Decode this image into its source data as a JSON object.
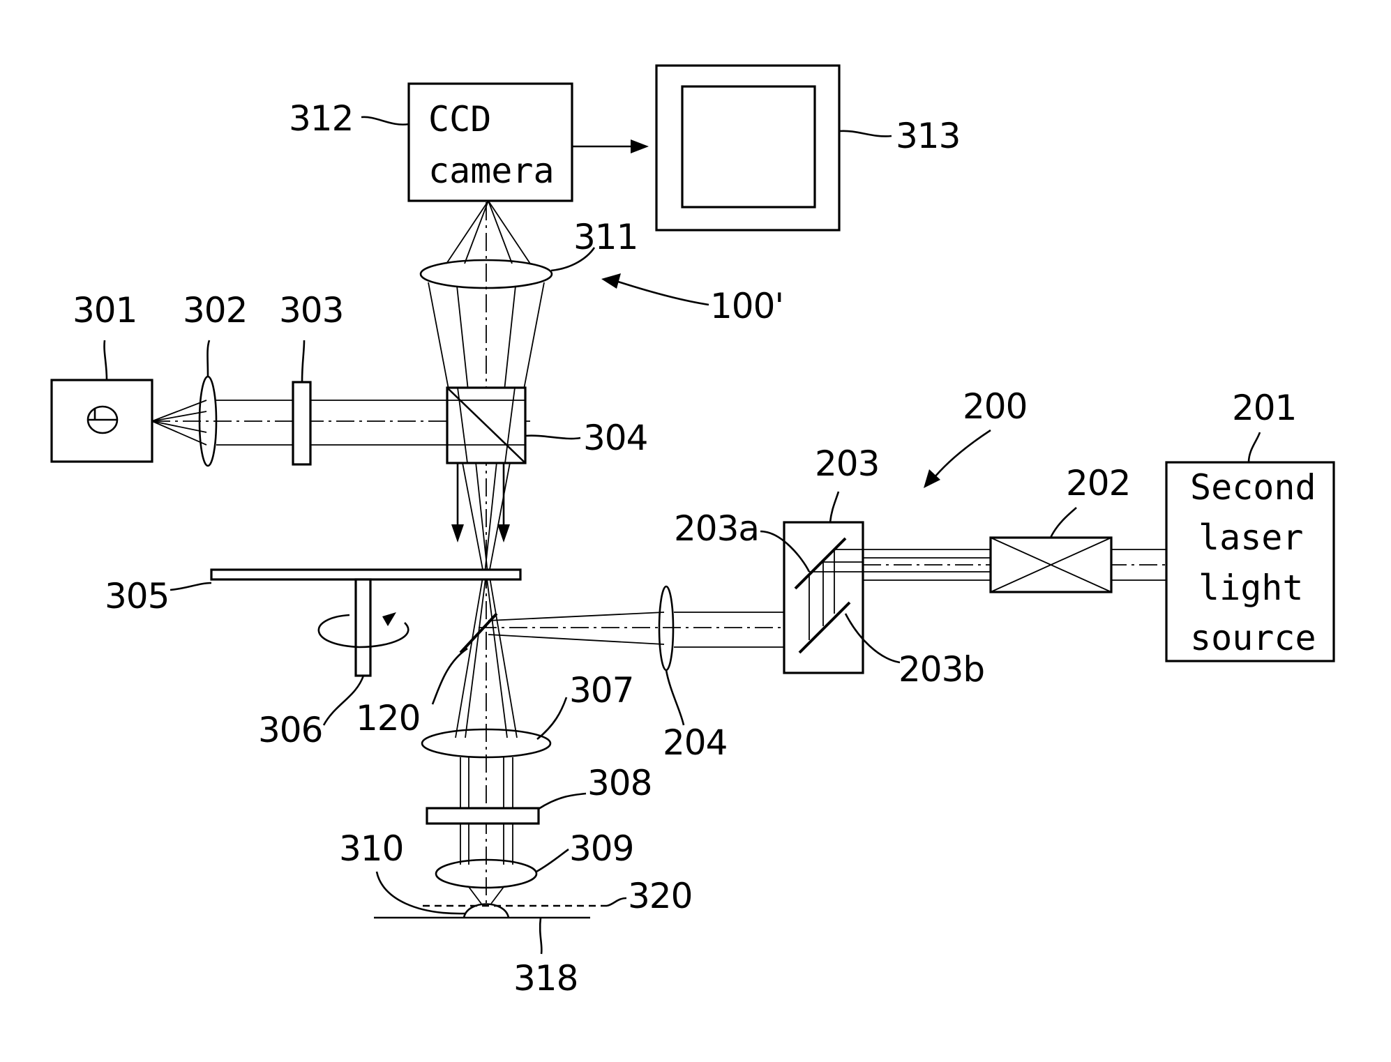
{
  "labels": {
    "l100p": "100'",
    "l120": "120",
    "l200": "200",
    "l201": "201",
    "l202": "202",
    "l203": "203",
    "l203a": "203a",
    "l203b": "203b",
    "l204": "204",
    "l301": "301",
    "l302": "302",
    "l303": "303",
    "l304": "304",
    "l305": "305",
    "l306": "306",
    "l307": "307",
    "l308": "308",
    "l309": "309",
    "l310": "310",
    "l311": "311",
    "l312": "312",
    "l313": "313",
    "l318": "318",
    "l320": "320"
  },
  "boxes": {
    "ccd_camera": [
      "CCD",
      "camera"
    ],
    "second_laser": [
      "Second",
      "laser",
      "light",
      "source"
    ]
  }
}
